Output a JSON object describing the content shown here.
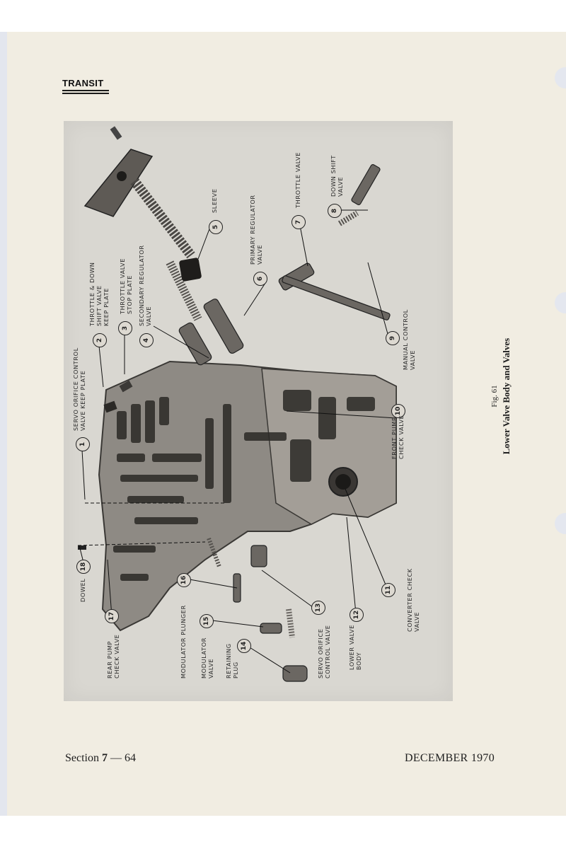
{
  "header": {
    "brand": "TRANSIT"
  },
  "figure": {
    "number": "Fig. 61",
    "title": "Lower Valve Body and Valves",
    "callouts": [
      {
        "n": "1",
        "lines": [
          "SERVO ORIFICE CONTROL",
          "VALVE KEEP PLATE"
        ]
      },
      {
        "n": "2",
        "lines": [
          "THROTTLE & DOWN",
          "SHIFT VALVE",
          "KEEP PLATE"
        ]
      },
      {
        "n": "3",
        "lines": [
          "THROTTLE VALVE",
          "STOP PLATE"
        ]
      },
      {
        "n": "4",
        "lines": [
          "SECONDARY REGULATOR",
          "VALVE"
        ]
      },
      {
        "n": "5",
        "lines": [
          "SLEEVE"
        ]
      },
      {
        "n": "6",
        "lines": [
          "PRIMARY REGULATOR",
          "VALVE"
        ]
      },
      {
        "n": "7",
        "lines": [
          "THROTTLE VALVE"
        ]
      },
      {
        "n": "8",
        "lines": [
          "DOWN SHIFT",
          "VALVE"
        ]
      },
      {
        "n": "9",
        "lines": [
          "MANUAL CONTROL",
          "VALVE"
        ]
      },
      {
        "n": "10",
        "lines": [
          "FRONT PUMP",
          "CHECK VALVE"
        ]
      },
      {
        "n": "11",
        "lines": [
          "CONVERTER CHECK",
          "VALVE"
        ]
      },
      {
        "n": "12",
        "lines": [
          "LOWER VALVE",
          "BODY"
        ]
      },
      {
        "n": "13",
        "lines": [
          "SERVO ORIFICE",
          "CONTROL VALVE"
        ]
      },
      {
        "n": "14",
        "lines": [
          "RETAINING",
          "PLUG"
        ]
      },
      {
        "n": "15",
        "lines": [
          "MODULATOR",
          "VALVE"
        ]
      },
      {
        "n": "16",
        "lines": [
          "MODULATOR PLUNGER"
        ]
      },
      {
        "n": "17",
        "lines": [
          "REAR PUMP",
          "CHECK VALVE"
        ]
      },
      {
        "n": "18",
        "lines": [
          "DOWEL"
        ]
      }
    ]
  },
  "footer": {
    "section_prefix": "Section",
    "section_number": "7",
    "page": "— 64",
    "date": "DECEMBER 1970"
  }
}
